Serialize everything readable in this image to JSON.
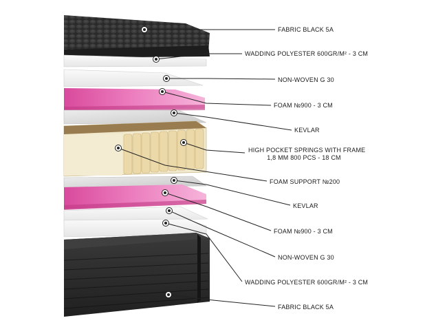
{
  "layers": [
    {
      "id": "fabric-top",
      "label": "FABRIC BLACK 5A"
    },
    {
      "id": "wadding-top",
      "label": "WADDING POLYESTER 600GR/M² - 3 CM"
    },
    {
      "id": "nonwoven-top",
      "label": "NON-WOVEN G 30"
    },
    {
      "id": "foam-top",
      "label": "FOAM №900 - 3 CM"
    },
    {
      "id": "kevlar-top",
      "label": "KEVLAR"
    },
    {
      "id": "springs",
      "label": "HIGH POCKET SPRINGS WITH FRAME",
      "label2": "1,8 MM 800 PCS - 18 CM"
    },
    {
      "id": "foam-support",
      "label": "FOAM SUPPORT №200"
    },
    {
      "id": "kevlar-bottom",
      "label": "KEVLAR"
    },
    {
      "id": "foam-bottom",
      "label": "FOAM №900 - 3 CM"
    },
    {
      "id": "nonwoven-bottom",
      "label": "NON-WOVEN G 30"
    },
    {
      "id": "wadding-bottom",
      "label": "WADDING POLYESTER 600GR/M² - 3 CM"
    },
    {
      "id": "fabric-bottom",
      "label": "FABRIC BLACK 5A"
    }
  ],
  "colors": {
    "fabric": "#2e2e2e",
    "fabric_dark": "#1c1c1c",
    "white_layer": "#f2f2f2",
    "gray_layer": "#dcdcdc",
    "foam_pink": "#e255a6",
    "foam_pink_light": "#f4a9d3",
    "springs_frame": "#efe6c8",
    "springs_coil": "#e9d7a8",
    "marker": "#222222",
    "line": "#222222"
  }
}
